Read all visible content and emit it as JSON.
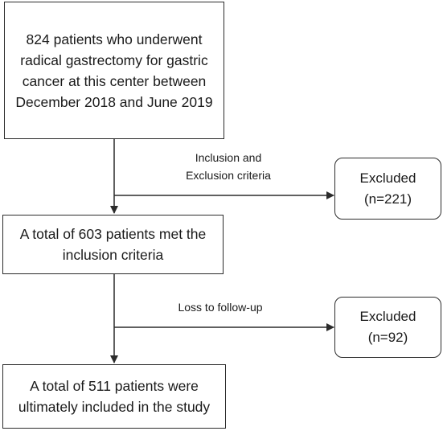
{
  "boxes": {
    "start": {
      "text": "824 patients who underwent\nradical gastrectomy for gastric\ncancer at this center between\nDecember 2018 and June 2019"
    },
    "middle": {
      "text": "A total of 603 patients met the\ninclusion criteria"
    },
    "final": {
      "text": "A total of 511 patients were\nultimately included in the study"
    },
    "excluded_1": {
      "text": "Excluded\n(n=221)"
    },
    "excluded_2": {
      "text": "Excluded\n(n=92)"
    }
  },
  "labels": {
    "criteria": "Inclusion and\nExclusion criteria",
    "loss": "Loss to follow-up"
  }
}
